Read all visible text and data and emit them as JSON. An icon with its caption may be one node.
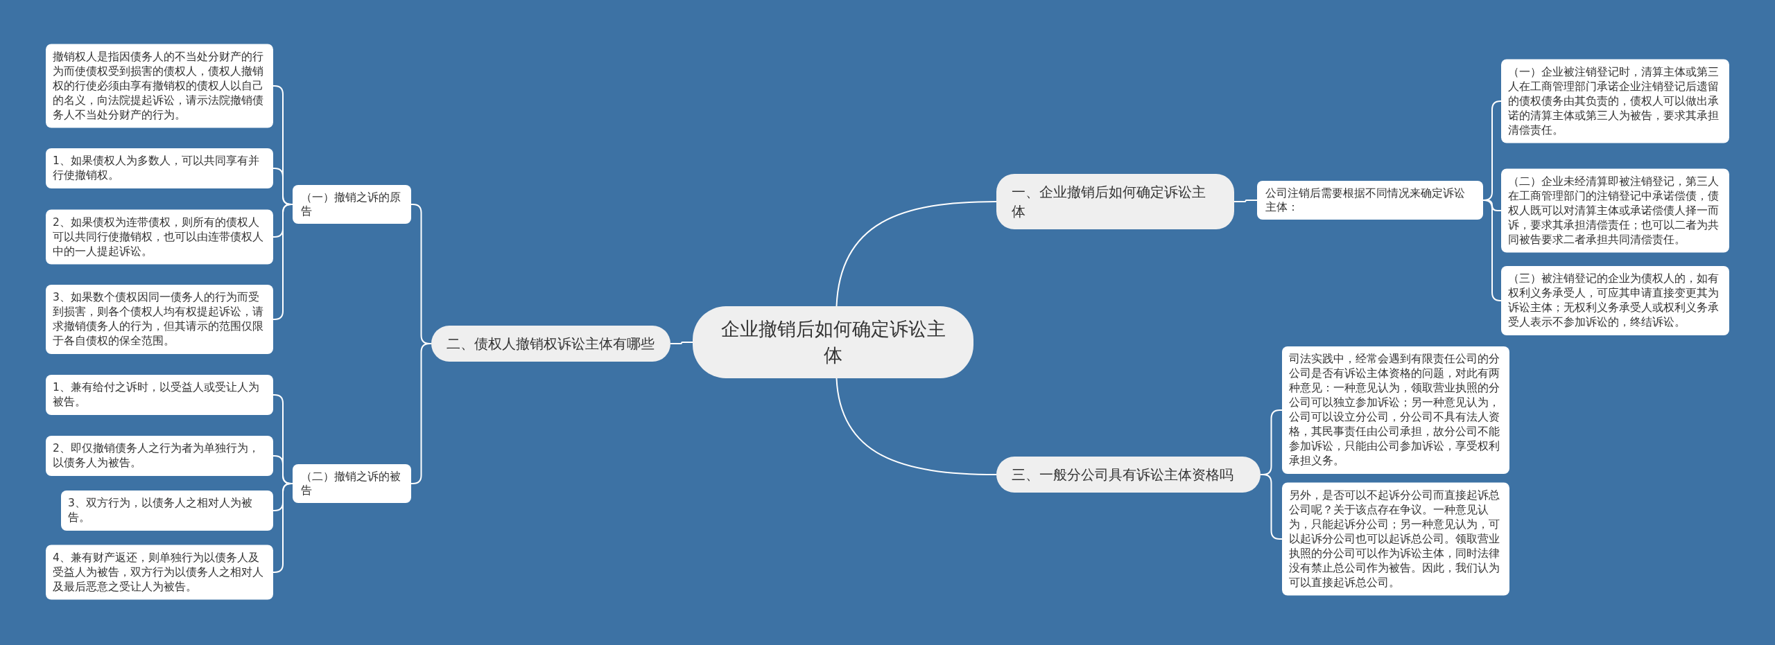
{
  "diagram": {
    "nodes": [
      {
        "text": [
          "企业撤销后如何确定诉讼主体"
        ]
      },
      {
        "text": [
          "一、企业撤销后如何确定诉讼主体"
        ]
      },
      {
        "text": [
          "公司注销后需要根据不同情况来确定诉讼主体："
        ]
      },
      {
        "text": [
          "（一）企业被注销登记时，清算主体或第三人在工商管理部门承诺企业注销登记后遗留的债权债务由其负责的，债权人可以做出承诺的清算主体或第三人为被告，要求其承担清偿责任。"
        ]
      },
      {
        "text": [
          "（二）企业未经清算即被注销登记，第三人在工商管理部门的注销登记中承诺偿债，债权人既可以对清算主体或承诺偿债人择一而诉，要求其承担清偿责任；也可以二者为共同被告要求二者承担共同清偿责任。"
        ]
      },
      {
        "text": [
          "（三）被注销登记的企业为债权人的，如有权利义务承受人，可应其申请直接变更其为诉讼主体；无权利义务承受人或权利义务承受人表示不参加诉讼的，终结诉讼。"
        ]
      },
      {
        "text": [
          "二、债权人撤销权诉讼主体有哪些"
        ]
      },
      {
        "text": [
          "（一）撤销之诉的原告"
        ]
      },
      {
        "text": [
          "撤销权人是指因债务人的不当处分财产的行为而使债权受到损害的债权人，债权人撤销权的行使必须由享有撤销权的债权人以自己的名义，向法院提起诉讼，请示法院撤销债务人不当处分财产的行为。"
        ]
      },
      {
        "text": [
          "1、如果债权人为多数人，可以共同享有并行使撤销权。"
        ]
      },
      {
        "text": [
          "2、如果债权为连带债权，则所有的债权人可以共同行使撤销权，也可以由连带债权人中的一人提起诉讼。"
        ]
      },
      {
        "text": [
          "3、如果数个债权因同一债务人的行为而受到损害，则各个债权人均有权提起诉讼，请求撤销债务人的行为，但其请示的范围仅限于各自债权的保全范围。"
        ]
      },
      {
        "text": [
          "（二）撤销之诉的被告"
        ]
      },
      {
        "text": [
          "1、兼有给付之诉时，以受益人或受让人为被告。"
        ]
      },
      {
        "text": [
          "2、即仅撤销债务人之行为者为单独行为，以债务人为被告。"
        ]
      },
      {
        "text": [
          "3、双方行为，以债务人之相对人为被告。"
        ]
      },
      {
        "text": [
          "4、兼有财产返还，则单独行为以债务人及受益人为被告，双方行为以债务人之相对人及最后恶意之受让人为被告。"
        ]
      },
      {
        "text": [
          "三、一般分公司具有诉讼主体资格吗"
        ]
      },
      {
        "text": [
          "司法实践中，经常会遇到有限责任公司的分公司是否有诉讼主体资格的问题，对此有两种意见：一种意见认为，领取营业执照的分公司可以独立参加诉讼；另一种意见认为，公司可以设立分公司，分公司不具有法人资格，其民事责任由公司承担，故分公司不能参加诉讼，只能由公司参加诉讼，享受权利承担义务。"
        ]
      },
      {
        "text": [
          "另外，是否可以不起诉分公司而直接起诉总公司呢？关于该点存在争议。一种意见认为，只能起诉分公司；另一种意见认为，可以起诉分公司也可以起诉总公司。领取营业执照的分公司可以作为诉讼主体，同时法律没有禁止总公司作为被告。因此，我们认为可以直接起诉总公司。"
        ]
      }
    ],
    "edges": [
      {
        "from": 0,
        "to": 1,
        "arrow": "none"
      },
      {
        "from": 1,
        "to": 2,
        "arrow": "none"
      },
      {
        "from": 2,
        "to": 3,
        "arrow": "none"
      },
      {
        "from": 2,
        "to": 4,
        "arrow": "none"
      },
      {
        "from": 2,
        "to": 5,
        "arrow": "none"
      },
      {
        "from": 0,
        "to": 6,
        "arrow": "none"
      },
      {
        "from": 6,
        "to": 7,
        "arrow": "none"
      },
      {
        "from": 7,
        "to": 8,
        "arrow": "none"
      },
      {
        "from": 7,
        "to": 9,
        "arrow": "none"
      },
      {
        "from": 7,
        "to": 10,
        "arrow": "none"
      },
      {
        "from": 7,
        "to": 11,
        "arrow": "none"
      },
      {
        "from": 6,
        "to": 12,
        "arrow": "none"
      },
      {
        "from": 12,
        "to": 13,
        "arrow": "none"
      },
      {
        "from": 12,
        "to": 14,
        "arrow": "none"
      },
      {
        "from": 12,
        "to": 15,
        "arrow": "none"
      },
      {
        "from": 12,
        "to": 16,
        "arrow": "none"
      },
      {
        "from": 0,
        "to": 17,
        "arrow": "none"
      },
      {
        "from": 17,
        "to": 18,
        "arrow": "none"
      },
      {
        "from": 17,
        "to": 19,
        "arrow": "none"
      }
    ]
  }
}
